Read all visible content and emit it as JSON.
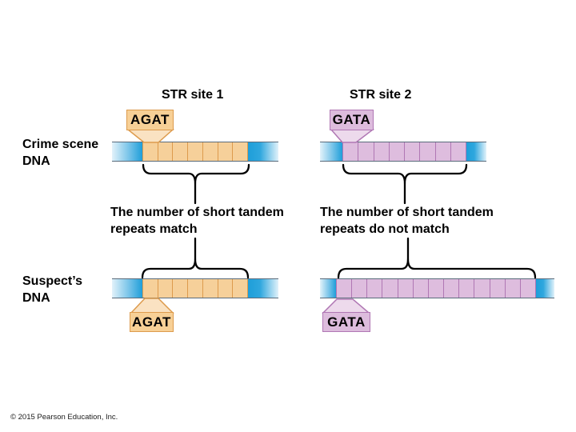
{
  "titles": {
    "site1": "STR site 1",
    "site2": "STR site 2"
  },
  "row_labels": {
    "crime": "Crime scene\nDNA",
    "suspect": "Suspect’s\nDNA"
  },
  "tag_labels": {
    "site1": "AGAT",
    "site2": "GATA"
  },
  "captions": {
    "site1": "The number of short tandem\nrepeats match",
    "site2": "The number of short tandem\nrepeats do not match"
  },
  "repeat_counts": {
    "crime_site1": 7,
    "crime_site2": 8,
    "suspect_site1": 7,
    "suspect_site2": 13
  },
  "colors": {
    "site1_fill": "#F6D09A",
    "site1_line": "#DD9B4D",
    "site1_tag_fill": "#F7D096",
    "site1_funnel_fill": "#FAE2C2",
    "site2_fill": "#DEBDDE",
    "site2_line": "#B077B4",
    "site2_tag_fill": "#DDBCDD",
    "site2_funnel_fill": "#EDDAEC",
    "dna_blue": "#1E9ED9",
    "bar_edge": "#5A6B7B",
    "brace_black": "#000000"
  },
  "footer": {
    "copyright": "© 2015 Pearson Education, Inc."
  }
}
